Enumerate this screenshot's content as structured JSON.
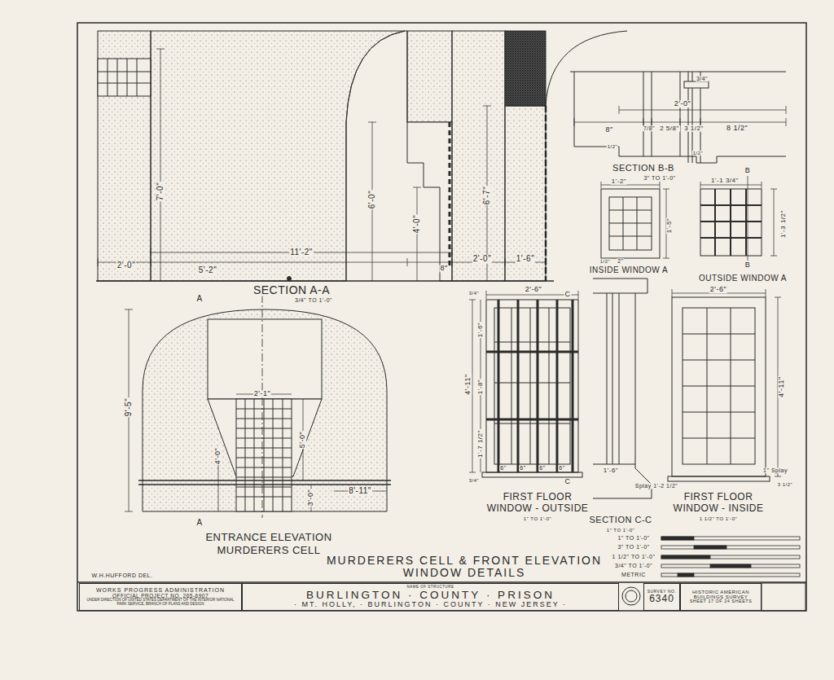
{
  "diagram": {
    "title": "MURDERERS CELL & FRONT ELEVATION WINDOW DETAILS",
    "nodes": [
      {
        "text": [
          "WORKS PROGRESS ADMINISTRATION",
          "OFFICIAL PROJECT NO. 265-6907",
          "UNDER DIRECTION OF UNITED STATES DEPARTMENT OF THE INTERIOR NATIONAL PARK SERVICE, BRANCH OF PLANS AND DESIGN"
        ]
      },
      {
        "text": [
          "NAME OF STRUCTURE",
          "BURLINGTON · COUNTY · PRISON",
          "· MT. HOLLY, · BURLINGTON · COUNTY · NEW JERSEY ·"
        ]
      },
      {
        "text": [
          "SURVEY NO.",
          "6340"
        ]
      },
      {
        "text": [
          "HISTORIC AMERICAN BUILDINGS SURVEY",
          "SHEET 17 OF 24 SHEETS"
        ]
      }
    ],
    "labels": [
      "7'-0\"",
      "6'-0\"",
      "4'-0\"",
      "6'-7\"",
      "2'-0\"",
      "5'-2\"",
      "11'-2\"",
      "8\"",
      "2'-0\"",
      "1'-6\"",
      "SECTION A-A",
      "3/4\" TO 1'-0\"",
      "2'-0\"",
      "3/4\"",
      "8\"",
      "7/8\"",
      "2 5/8\"",
      "3 1/2\"",
      "8 1/2\"",
      "1/2\"",
      "1/2\"",
      "SECTION B-B",
      "3\" TO 1'-0\"",
      "1'-2\"",
      "1'-5\"",
      "1/2\"",
      "2\"",
      "INSIDE WINDOW A",
      "1'-1 3/4\"",
      "B",
      "1'-3 1/2\"",
      "B",
      "OUTSIDE WINDOW A",
      "A",
      "A",
      "2'-1\"",
      "9'-5\"",
      "4'-0\"",
      "5'-0\"",
      "3'-0\"",
      "8'-11\"",
      "ENTRANCE ELEVATION",
      "MURDERERS CELL",
      "2'-6\"",
      "C",
      "1'-6\"",
      "1'-8\"",
      "1'-7 1/2\"",
      "4'-11\"",
      "3/4\"",
      "3/4\"",
      "6\"",
      "6\"",
      "6\"",
      "6\"",
      "C",
      "FIRST FLOOR",
      "WINDOW - OUTSIDE",
      "1\" TO 1'-0\"",
      "1'-6\"",
      "SECTION C-C",
      "1\" TO 1'-0\"",
      "2'-6\"",
      "4'-11\"",
      "Splay 1'-2 1/2\"",
      "1\" Splay",
      "3 1/2\"",
      "FIRST FLOOR",
      "WINDOW - INSIDE",
      "1 1/2\" TO 1'-0\"",
      "1\" TO 1'-0\"",
      "3\" TO 1'-0\"",
      "1 1/2\" TO 1'-0\"",
      "3/4\" TO 1'-0\"",
      "METRIC",
      "W.H.HUFFORD DEL."
    ]
  }
}
